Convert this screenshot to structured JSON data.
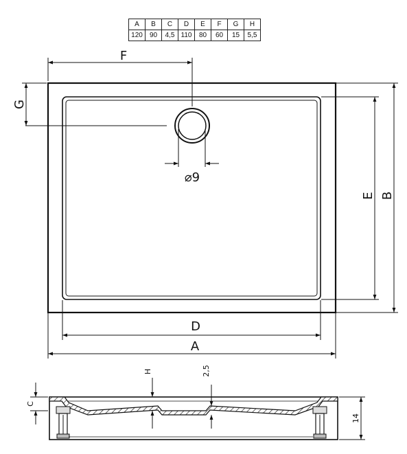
{
  "spec_table": {
    "headers": [
      "A",
      "B",
      "C",
      "D",
      "E",
      "F",
      "G",
      "H"
    ],
    "values": [
      "120",
      "90",
      "4,5",
      "110",
      "80",
      "60",
      "15",
      "5,5"
    ]
  },
  "plan_view": {
    "dim_F": "F",
    "dim_G": "G",
    "drain_label": "⌀9",
    "dim_E": "E",
    "dim_B": "B",
    "dim_D": "D",
    "dim_A": "A"
  },
  "section_view": {
    "dim_H": "H",
    "dim_depth": "2,5",
    "dim_C": "C",
    "dim_height": "14"
  }
}
